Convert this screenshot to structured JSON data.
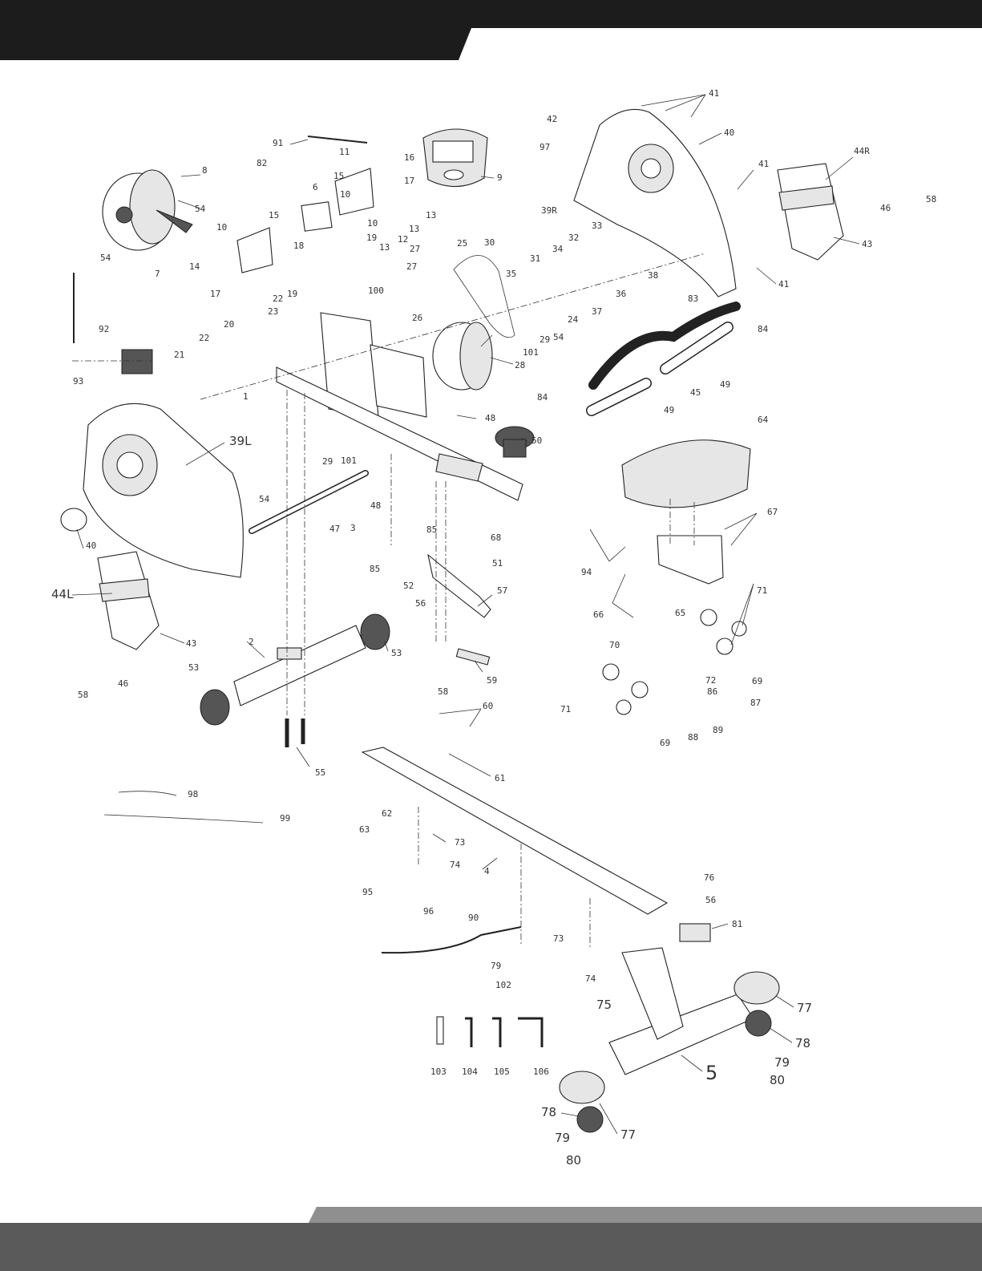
{
  "colors": {
    "header": "#1c1c1c",
    "footer_light": "#8a8a8a",
    "footer_dark": "#5a5a5a",
    "line": "#333333"
  },
  "callouts": [
    {
      "id": "c41a",
      "label": "41"
    },
    {
      "id": "c42",
      "label": "42"
    },
    {
      "id": "c40r",
      "label": "40"
    },
    {
      "id": "c97",
      "label": "97"
    },
    {
      "id": "c91",
      "label": "91"
    },
    {
      "id": "c11",
      "label": "11"
    },
    {
      "id": "c16",
      "label": "16"
    },
    {
      "id": "c9",
      "label": "9"
    },
    {
      "id": "c82",
      "label": "82"
    },
    {
      "id": "c8",
      "label": "8"
    },
    {
      "id": "c15a",
      "label": "15"
    },
    {
      "id": "c17",
      "label": "17"
    },
    {
      "id": "c6",
      "label": "6"
    },
    {
      "id": "c10a",
      "label": "10"
    },
    {
      "id": "c13a",
      "label": "13"
    },
    {
      "id": "c12",
      "label": "12"
    },
    {
      "id": "c10b",
      "label": "10"
    },
    {
      "id": "c13b",
      "label": "13"
    },
    {
      "id": "c39r",
      "label": "39R"
    },
    {
      "id": "c41b",
      "label": "41"
    },
    {
      "id": "c44r",
      "label": "44R"
    },
    {
      "id": "c58r",
      "label": "58"
    },
    {
      "id": "c46r",
      "label": "46"
    },
    {
      "id": "c54a",
      "label": "54"
    },
    {
      "id": "c7",
      "label": "7"
    },
    {
      "id": "c54b",
      "label": "54"
    },
    {
      "id": "c10c",
      "label": "10"
    },
    {
      "id": "c15b",
      "label": "15"
    },
    {
      "id": "c18",
      "label": "18"
    },
    {
      "id": "c19a",
      "label": "19"
    },
    {
      "id": "c13c",
      "label": "13"
    },
    {
      "id": "c25",
      "label": "25"
    },
    {
      "id": "c30",
      "label": "30"
    },
    {
      "id": "c32",
      "label": "32"
    },
    {
      "id": "c33",
      "label": "33"
    },
    {
      "id": "c43r",
      "label": "43"
    },
    {
      "id": "c14",
      "label": "14"
    },
    {
      "id": "c27a",
      "label": "27"
    },
    {
      "id": "c27b",
      "label": "27"
    },
    {
      "id": "c35",
      "label": "35"
    },
    {
      "id": "c31",
      "label": "31"
    },
    {
      "id": "c34",
      "label": "34"
    },
    {
      "id": "c38",
      "label": "38"
    },
    {
      "id": "c41c",
      "label": "41"
    },
    {
      "id": "c17b",
      "label": "17"
    },
    {
      "id": "c19b",
      "label": "19"
    },
    {
      "id": "c100",
      "label": "100"
    },
    {
      "id": "c37",
      "label": "37"
    },
    {
      "id": "c36",
      "label": "36"
    },
    {
      "id": "c23",
      "label": "23"
    },
    {
      "id": "c22a",
      "label": "22"
    },
    {
      "id": "c26",
      "label": "26"
    },
    {
      "id": "c24",
      "label": "24"
    },
    {
      "id": "c92",
      "label": "92"
    },
    {
      "id": "c20",
      "label": "20"
    },
    {
      "id": "c29a",
      "label": "29"
    },
    {
      "id": "c54c",
      "label": "54"
    },
    {
      "id": "c83",
      "label": "83"
    },
    {
      "id": "c84a",
      "label": "84"
    },
    {
      "id": "c22b",
      "label": "22"
    },
    {
      "id": "c101a",
      "label": "101"
    },
    {
      "id": "c21",
      "label": "21"
    },
    {
      "id": "c28",
      "label": "28"
    },
    {
      "id": "c93",
      "label": "93"
    },
    {
      "id": "c49a",
      "label": "49"
    },
    {
      "id": "c45",
      "label": "45"
    },
    {
      "id": "c1",
      "label": "1"
    },
    {
      "id": "c84b",
      "label": "84"
    },
    {
      "id": "c49b",
      "label": "49"
    },
    {
      "id": "c48a",
      "label": "48"
    },
    {
      "id": "c39l",
      "label": "39L"
    },
    {
      "id": "c64",
      "label": "64"
    },
    {
      "id": "c50",
      "label": "50"
    },
    {
      "id": "c29b",
      "label": "29"
    },
    {
      "id": "c101b",
      "label": "101"
    },
    {
      "id": "c54d",
      "label": "54"
    },
    {
      "id": "c48b",
      "label": "48"
    },
    {
      "id": "c67",
      "label": "67"
    },
    {
      "id": "c47",
      "label": "47"
    },
    {
      "id": "c3",
      "label": "3"
    },
    {
      "id": "c85a",
      "label": "85"
    },
    {
      "id": "c68",
      "label": "68"
    },
    {
      "id": "c40l",
      "label": "40"
    },
    {
      "id": "c51",
      "label": "51"
    },
    {
      "id": "c94",
      "label": "94"
    },
    {
      "id": "c85b",
      "label": "85"
    },
    {
      "id": "c52",
      "label": "52"
    },
    {
      "id": "c44l",
      "label": "44L"
    },
    {
      "id": "c57",
      "label": "57"
    },
    {
      "id": "c71a",
      "label": "71"
    },
    {
      "id": "c56a",
      "label": "56"
    },
    {
      "id": "c66",
      "label": "66"
    },
    {
      "id": "c65",
      "label": "65"
    },
    {
      "id": "c43l",
      "label": "43"
    },
    {
      "id": "c70",
      "label": "70"
    },
    {
      "id": "c53a",
      "label": "53"
    },
    {
      "id": "c69a",
      "label": "69"
    },
    {
      "id": "c2",
      "label": "2"
    },
    {
      "id": "c46l",
      "label": "46"
    },
    {
      "id": "c33b",
      "label": "53"
    },
    {
      "id": "c59",
      "label": "59"
    },
    {
      "id": "c72",
      "label": "72"
    },
    {
      "id": "c58l",
      "label": "58"
    },
    {
      "id": "c58m",
      "label": "58"
    },
    {
      "id": "c86",
      "label": "86"
    },
    {
      "id": "c87",
      "label": "87"
    },
    {
      "id": "c71b",
      "label": "71"
    },
    {
      "id": "c88",
      "label": "88"
    },
    {
      "id": "c89",
      "label": "89"
    },
    {
      "id": "c69b",
      "label": "69"
    },
    {
      "id": "c60",
      "label": "60"
    },
    {
      "id": "c55",
      "label": "55"
    },
    {
      "id": "c61",
      "label": "61"
    },
    {
      "id": "c98",
      "label": "98"
    },
    {
      "id": "c62",
      "label": "62"
    },
    {
      "id": "c99",
      "label": "99"
    },
    {
      "id": "c63",
      "label": "63"
    },
    {
      "id": "c73a",
      "label": "73"
    },
    {
      "id": "c74a",
      "label": "74"
    },
    {
      "id": "c4",
      "label": "4"
    },
    {
      "id": "c76",
      "label": "76"
    },
    {
      "id": "c95",
      "label": "95"
    },
    {
      "id": "c56b",
      "label": "56"
    },
    {
      "id": "c96",
      "label": "96"
    },
    {
      "id": "c90",
      "label": "90"
    },
    {
      "id": "c81",
      "label": "81"
    },
    {
      "id": "c73b",
      "label": "73"
    },
    {
      "id": "c79a",
      "label": "79"
    },
    {
      "id": "c102",
      "label": "102"
    },
    {
      "id": "c74b",
      "label": "74"
    },
    {
      "id": "c75",
      "label": "75"
    },
    {
      "id": "c77a",
      "label": "77"
    },
    {
      "id": "c78a",
      "label": "78"
    },
    {
      "id": "c79b",
      "label": "79"
    },
    {
      "id": "c103",
      "label": "103"
    },
    {
      "id": "c104",
      "label": "104"
    },
    {
      "id": "c105",
      "label": "105"
    },
    {
      "id": "c106",
      "label": "106"
    },
    {
      "id": "c5",
      "label": "5"
    },
    {
      "id": "c80a",
      "label": "80"
    },
    {
      "id": "c78b",
      "label": "78"
    },
    {
      "id": "c77b",
      "label": "77"
    },
    {
      "id": "c79c",
      "label": "79"
    },
    {
      "id": "c80b",
      "label": "80"
    }
  ]
}
